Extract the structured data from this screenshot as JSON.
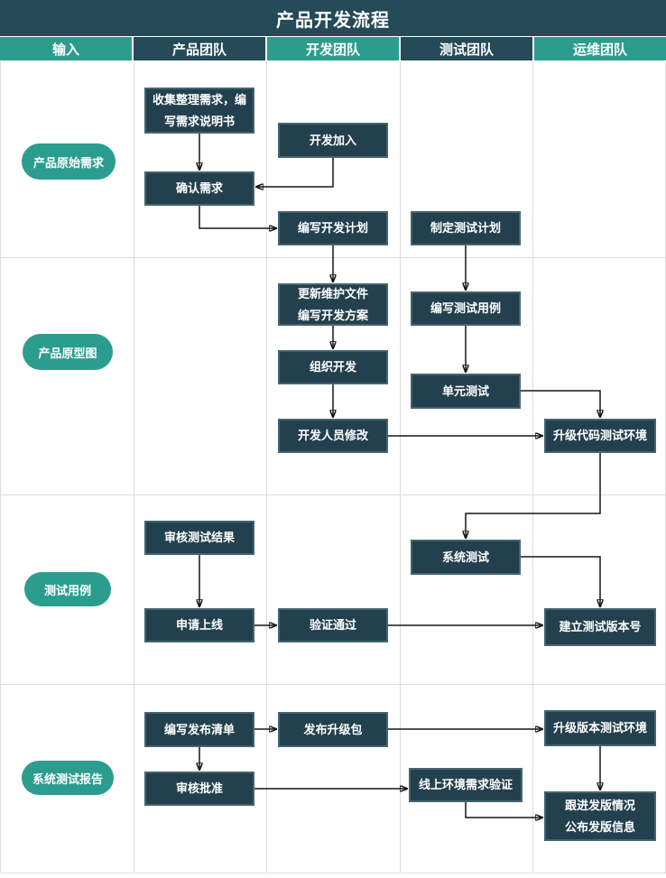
{
  "title": "产品开发流程",
  "header": {
    "lanes": [
      {
        "label": "输入"
      },
      {
        "label": "产品团队"
      },
      {
        "label": "开发团队"
      },
      {
        "label": "测试团队"
      },
      {
        "label": "运维团队"
      }
    ]
  },
  "inputs": [
    {
      "label": "产品原始需求"
    },
    {
      "label": "产品原型图"
    },
    {
      "label": "测试用例"
    },
    {
      "label": "系统测试报告"
    }
  ],
  "nodes": {
    "collect": {
      "lane": "产品团队",
      "label": "收集整理需求，编\n写需求说明书"
    },
    "confirm": {
      "lane": "产品团队",
      "label": "确认需求"
    },
    "dev_join": {
      "lane": "开发团队",
      "label": "开发加入"
    },
    "dev_plan": {
      "lane": "开发团队",
      "label": "编写开发计划"
    },
    "test_plan": {
      "lane": "测试团队",
      "label": "制定测试计划"
    },
    "update_files": {
      "lane": "开发团队",
      "label": "更新维护文件\n编写开发方案"
    },
    "test_cases": {
      "lane": "测试团队",
      "label": "编写测试用例"
    },
    "organize_dev": {
      "lane": "开发团队",
      "label": "组织开发"
    },
    "unit_test": {
      "lane": "测试团队",
      "label": "单元测试"
    },
    "dev_modify": {
      "lane": "开发团队",
      "label": "开发人员修改"
    },
    "upgrade_code_env": {
      "lane": "运维团队",
      "label": "升级代码测试环境"
    },
    "review_results": {
      "lane": "产品团队",
      "label": "审核测试结果"
    },
    "system_test": {
      "lane": "测试团队",
      "label": "系统测试"
    },
    "apply_online": {
      "lane": "产品团队",
      "label": "申请上线"
    },
    "verify_pass": {
      "lane": "开发团队",
      "label": "验证通过"
    },
    "build_version": {
      "lane": "运维团队",
      "label": "建立测试版本号"
    },
    "release_list": {
      "lane": "产品团队",
      "label": "编写发布清单"
    },
    "release_package": {
      "lane": "开发团队",
      "label": "发布升级包"
    },
    "upgrade_version_env": {
      "lane": "运维团队",
      "label": "升级版本测试环境"
    },
    "approve": {
      "lane": "产品团队",
      "label": "审核批准"
    },
    "online_verify": {
      "lane": "测试团队",
      "label": "线上环境需求验证"
    },
    "follow_release": {
      "lane": "运维团队",
      "label": "跟进发版情况\n公布发版信息"
    }
  },
  "edges": [
    {
      "from": "collect",
      "to": "confirm"
    },
    {
      "from": "dev_join",
      "to": "confirm"
    },
    {
      "from": "confirm",
      "to": "dev_plan"
    },
    {
      "from": "dev_plan",
      "to": "update_files"
    },
    {
      "from": "test_plan",
      "to": "test_cases"
    },
    {
      "from": "update_files",
      "to": "organize_dev"
    },
    {
      "from": "test_cases",
      "to": "unit_test"
    },
    {
      "from": "organize_dev",
      "to": "dev_modify"
    },
    {
      "from": "unit_test",
      "to": "upgrade_code_env"
    },
    {
      "from": "dev_modify",
      "to": "upgrade_code_env"
    },
    {
      "from": "upgrade_code_env",
      "to": "system_test"
    },
    {
      "from": "system_test",
      "to": "build_version"
    },
    {
      "from": "review_results",
      "to": "apply_online"
    },
    {
      "from": "apply_online",
      "to": "verify_pass"
    },
    {
      "from": "verify_pass",
      "to": "build_version"
    },
    {
      "from": "release_list",
      "to": "release_package"
    },
    {
      "from": "release_package",
      "to": "upgrade_version_env"
    },
    {
      "from": "release_list",
      "to": "approve"
    },
    {
      "from": "approve",
      "to": "online_verify"
    },
    {
      "from": "online_verify",
      "to": "follow_release"
    },
    {
      "from": "upgrade_version_env",
      "to": "follow_release"
    }
  ],
  "colors": {
    "title_bg": "#254a58",
    "lane_green": "#2b9d8e",
    "lane_dark": "#254a58",
    "node_fill": "#23404e",
    "node_border": "#44656f",
    "grid": "#dcdcdc",
    "arrow": "#151515",
    "text": "#ffffff"
  }
}
